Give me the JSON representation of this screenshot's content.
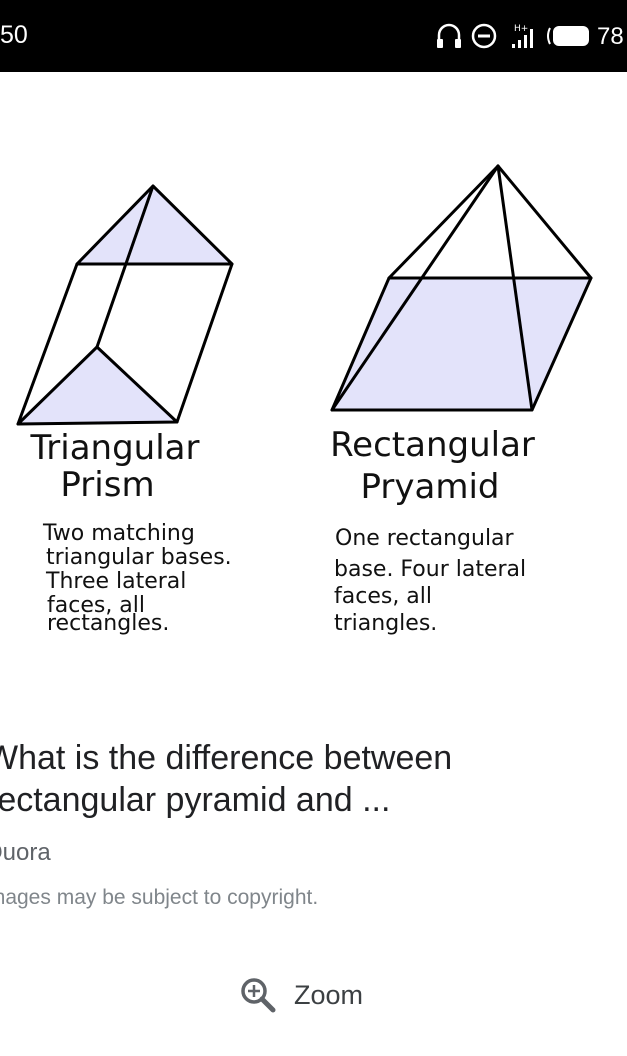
{
  "status_bar": {
    "time": "50",
    "battery_percent": "78",
    "icons": [
      "headset-icon",
      "do-not-disturb-icon",
      "signal-icon",
      "battery-icon"
    ]
  },
  "figure": {
    "prism": {
      "title_line1": "Triangular",
      "title_line2": "Prism",
      "desc_lines": [
        "Two matching",
        "triangular bases.",
        "Three lateral",
        "faces, all",
        "rectangles."
      ]
    },
    "pyramid": {
      "title_line1": "Rectangular",
      "title_line2": "Pryamid",
      "desc_lines": [
        "One rectangular",
        "base. Four lateral",
        "faces, all",
        "triangles."
      ]
    },
    "colors": {
      "fill": "#e3e3fa",
      "stroke": "#000000"
    }
  },
  "result": {
    "title_line1": "What is the difference between",
    "title_line2": "rectangular pyramid and ...",
    "source": "Quora",
    "copyright": "Images may be subject to copyright."
  },
  "zoom": {
    "label": "Zoom",
    "icon": "zoom-in-icon"
  }
}
